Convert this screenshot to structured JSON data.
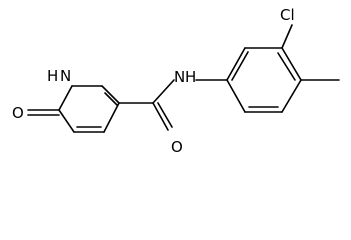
{
  "molecule": {
    "atoms": {
      "ring_nh": "H",
      "ring_n": "N",
      "carbonyl_o_left": "O",
      "amide_nh": "N",
      "amide_h": "H",
      "carbonyl_o_right": "O",
      "chlorine": "Cl"
    },
    "colors": {
      "bond": "#000000",
      "label": "#000000",
      "background": "#ffffff"
    }
  }
}
